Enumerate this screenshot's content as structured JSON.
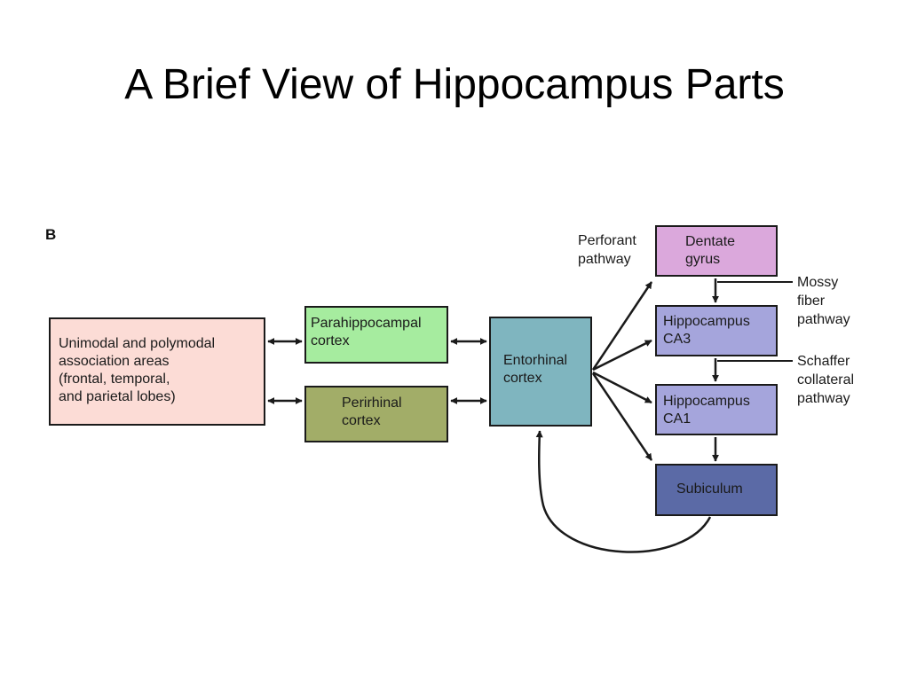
{
  "title": "A Brief View of Hippocampus Parts",
  "diagram": {
    "panel_letter": "B",
    "nodes": {
      "association_areas": "Unimodal and polymodal\nassociation areas\n(frontal, temporal,\nand parietal lobes)",
      "parahippocampal": "Parahippocampal\ncortex",
      "perirhinal": "Perirhinal\ncortex",
      "entorhinal": "Entorhinal\ncortex",
      "dentate_gyrus": "Dentate\ngyrus",
      "ca3": "Hippocampus\nCA3",
      "ca1": "Hippocampus\nCA1",
      "subiculum": "Subiculum"
    },
    "pathway_labels": {
      "perforant": "Perforant\npathway",
      "mossy_fiber": "Mossy\nfiber\npathway",
      "schaffer": "Schaffer\ncollateral\npathway"
    },
    "colors": {
      "association_areas": "#fcdcd6",
      "parahippocampal": "#a6ec9f",
      "perirhinal": "#a2ad68",
      "entorhinal": "#7fb5bf",
      "dentate_gyrus": "#dba8dc",
      "ca3": "#a5a5dc",
      "ca1": "#a5a5dc",
      "subiculum": "#5b6aa6",
      "lines": "#1a1a1a"
    }
  }
}
